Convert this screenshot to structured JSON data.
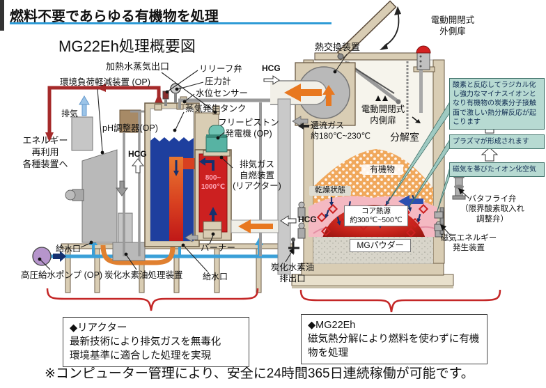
{
  "page": {
    "title": "燃料不要であらゆる有機物を処理",
    "subtitle": "MG22Eh処理概要図",
    "footer_note": "※コンピューター管理により、安全に24時間365日連続稼働が可能です。"
  },
  "left_unit": {
    "heated_steam_outlet": "加熱水蒸気出口",
    "relief_valve": "リリーフ弁",
    "pressure_gauge": "圧力計",
    "water_level_sensor": "水位センサー",
    "steam_tank": "蒸気発生タンク",
    "free_piston_generator": "フリーピストン\n発電機 (OP)",
    "env_load_reduction": "環境負荷軽減装置 (OP)",
    "exhaust": "排気",
    "ph_adjuster": "pH調整器(OP)",
    "energy_reuse": "エネルギー\n再利用\n各種装置へ",
    "hcg_mid": "HCG",
    "reactor": "排気ガス\n自燃装置\n(リアクター)",
    "reactor_temp": "800~\n1000℃",
    "burner": "バーナー",
    "water_inlet_left": "給水口",
    "water_inlet_right": "給水口",
    "high_pressure_pump": "高圧給水ポンプ (OP)",
    "hydrocarbon_oil_processor": "炭化水素油処理装置"
  },
  "center": {
    "hcg_top": "HCG",
    "heat_exchanger": "熱交換装置",
    "hcg_mid": "HCG",
    "hydrocarbon_oil_outlet": "炭化水素油\n排出口"
  },
  "right_unit": {
    "outer_door": "電動開閉式\n外側扉",
    "inner_door": "電動開閉式\n内側扉",
    "reflux_gas": "還流ガス\n約180℃~230℃",
    "decomposition_chamber": "分解室",
    "organic_matter": "有機物",
    "dry_state": "乾燥状態",
    "core_heat_source": "コア熱源\n約300℃~500℃",
    "mg_powder": "MGパウダー",
    "butterfly_valve": "バタフライ弁\n（限界酸素取入れ\n調整弁）",
    "magnetic_energy_device": "磁気エネルギー\n発生装置"
  },
  "callouts": {
    "radical_reaction": "酸素と反応してラジカル化し強力なマイナスイオンとなり有機物の炭素分子接触面で激しい熱分解反応が起こります",
    "plasma": "プラズマが形成されます",
    "ionized_air": "磁気を帯びたイオン化空気"
  },
  "summary": {
    "reactor_title": "◆リアクター",
    "reactor_body": "最新技術により排気ガスを無毒化\n環境基準に適合した処理を実現",
    "mg22eh_title": "◆MG22Eh",
    "mg22eh_body": "磁気熱分解により燃料を使わずに有機物を処理"
  },
  "colors": {
    "accent_blue": "#2e9bd6",
    "accent_red": "#c42727",
    "callout_bg": "#b7dad2",
    "water_blue": "#1e3f9e",
    "reactor_red": "#cc2020",
    "mound_orange": "#f0a85c",
    "machine_tan": "#d9cdb4",
    "generator_teal": "#57b3a3"
  }
}
